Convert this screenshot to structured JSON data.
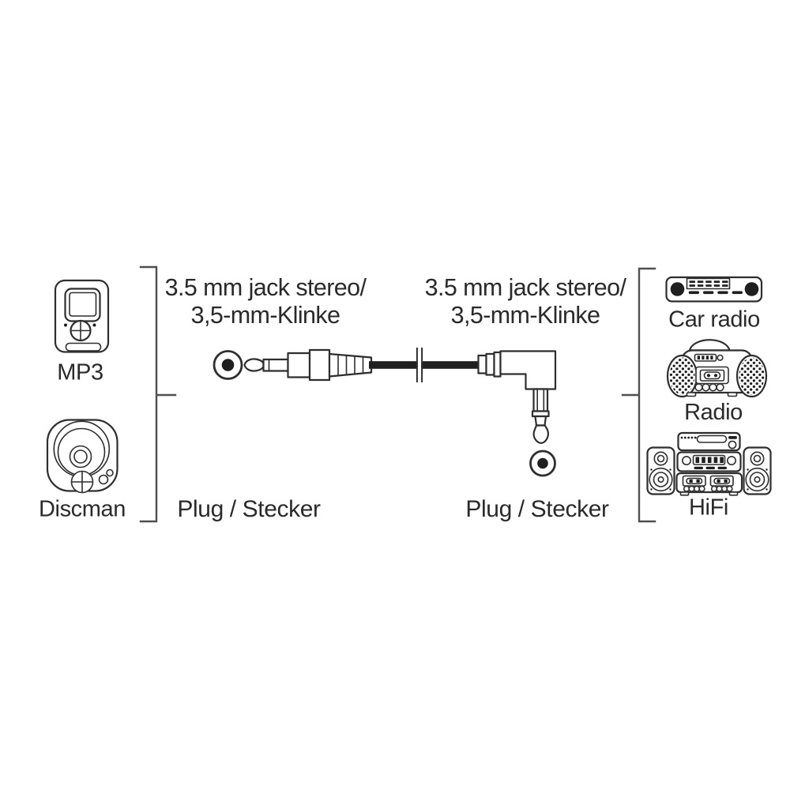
{
  "colors": {
    "background": "#ffffff",
    "line": "#2e2e2e",
    "dark": "#1f1f1f",
    "bracket": "#4f4f4f",
    "text": "#2a2a2a"
  },
  "sources": {
    "items": [
      {
        "label": "MP3",
        "icon": "mp3-player-icon"
      },
      {
        "label": "Discman",
        "icon": "discman-icon"
      }
    ]
  },
  "targets": {
    "items": [
      {
        "label": "Car radio",
        "icon": "car-radio-icon"
      },
      {
        "label": "Radio",
        "icon": "boombox-radio-icon"
      },
      {
        "label": "HiFi",
        "icon": "hifi-system-icon"
      }
    ]
  },
  "connectors": [
    {
      "type_line1": "3.5 mm jack stereo/",
      "type_line2": "3,5-mm-Klinke",
      "plug_label": "Plug / Stecker",
      "style": "straight-plug"
    },
    {
      "type_line1": "3.5 mm jack stereo/",
      "type_line2": "3,5-mm-Klinke",
      "plug_label": "Plug / Stecker",
      "style": "right-angle-plug"
    }
  ]
}
